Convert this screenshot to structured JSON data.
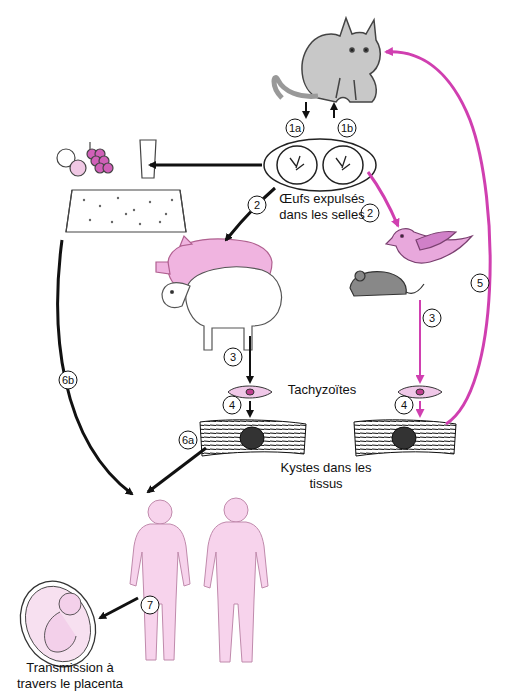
{
  "diagram": {
    "labels": [
      "1a",
      "1b",
      "2",
      "2",
      "Œufs expulsés dans les selles",
      "5",
      "6b",
      "3",
      "3",
      "Tachyzoïtes",
      "4",
      "4",
      "6a",
      "Kystes dans les tissus",
      "7",
      "Transmission à travers le placenta"
    ]
  }
}
